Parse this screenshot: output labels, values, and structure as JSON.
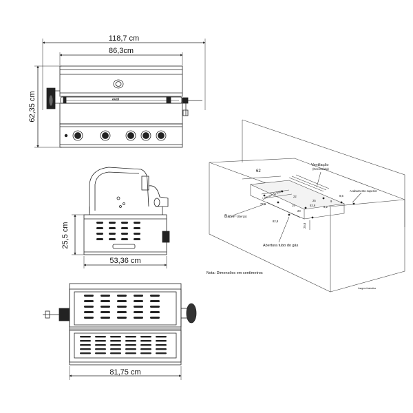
{
  "front": {
    "width_total": "118,7 cm",
    "width_body": "86,3cm",
    "height": "62,35 cm",
    "brand": "evol"
  },
  "side": {
    "height_base": "25,5 cm",
    "depth": "53,36 cm"
  },
  "top": {
    "width": "81,75 cm"
  },
  "installation": {
    "dim_62": "62",
    "ventilation_label": "Ventilação",
    "ventilation_note": "(Necessária)",
    "laterais_label": "Laterais da base",
    "acabamento_label": "Acabamento superior",
    "base_label": "Base",
    "base_note": "* (Berço)",
    "abertura_label": "Abertura tubo do gás",
    "dim_77": "77,5",
    "dim_22": "22",
    "dim_8_5": "8,5",
    "dim_52_6": "52,6",
    "dim_8_2": "8,2",
    "dim_25_8": "25,8",
    "dim_82_8": "82,8",
    "dim_19": "19",
    "dim_20": "20",
    "dim_25": "25",
    "dim_9": "9",
    "footnote": "Nota: Dimensões em centímetros",
    "corner_note": "Imagem ilustrativa"
  }
}
